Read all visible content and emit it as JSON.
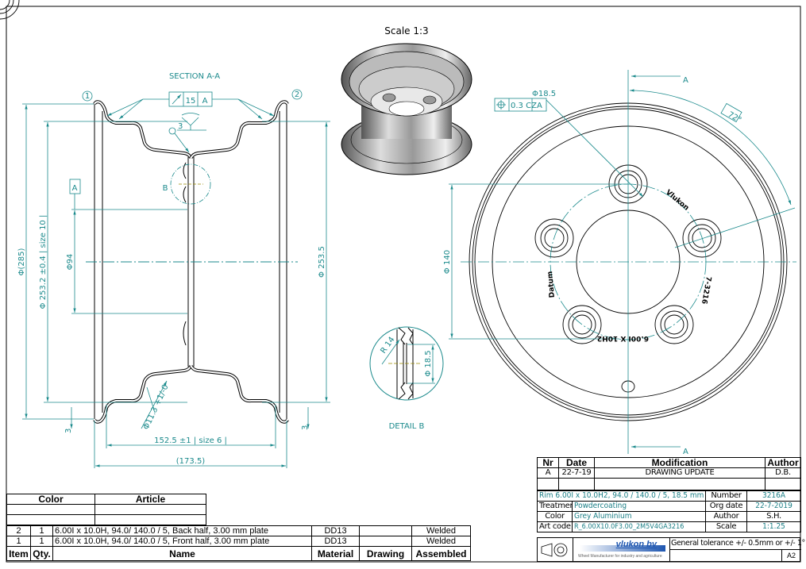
{
  "drawing": {
    "iso_scale": "Scale 1:3",
    "section_title": "SECTION A-A",
    "detail_title": "DETAIL B",
    "detail_label": "B",
    "balloons": [
      "1",
      "2"
    ],
    "runout_tolerance": "15",
    "datum": "A",
    "weld_size": "3",
    "dims": {
      "d285": "Φ(285)",
      "d2532": "Φ 253.2 ±0.4 | size 10 |",
      "d94": "Φ94",
      "d2535": "Φ 253.5",
      "w1525": "152.5 ±1 | size 6 |",
      "w1735": "(173.5)",
      "r113": "Φ11.3 +1/-0",
      "three_left": "3",
      "three_right": "3",
      "hole_dia": "Φ18.5",
      "position_tol": "0.3 CZ",
      "angle": "72°",
      "bolt_circle": "Φ 140",
      "detail_radius": "R 14",
      "detail_dia": "Φ 18.5"
    },
    "section_marker": "A",
    "stamps": {
      "brand": "Vlukon",
      "datum": "Datum",
      "number": "7-3216",
      "size": "6.00I X 10H2"
    }
  },
  "bom": {
    "top_headers": [
      "Color",
      "Article"
    ],
    "headers": [
      "Item",
      "Qty.",
      "Name",
      "Material",
      "Drawing",
      "Assembled"
    ],
    "rows": [
      {
        "item": "2",
        "qty": "1",
        "name": "6.00I x 10.0H,  94.0/ 140.0 / 5, Back half, 3.00 mm plate",
        "material": "DD13",
        "drawing": "",
        "assembled": "Welded"
      },
      {
        "item": "1",
        "qty": "1",
        "name": "6.00I x 10.0H,  94.0/ 140.0 / 5, Front half, 3.00 mm plate",
        "material": "DD13",
        "drawing": "",
        "assembled": "Welded"
      }
    ]
  },
  "revisions": {
    "headers": [
      "Nr",
      "Date",
      "Modification",
      "Author"
    ],
    "rows": [
      {
        "nr": "A",
        "date": "22-7-19",
        "modification": "DRAWING UPDATE",
        "author": "D.B."
      }
    ]
  },
  "title_block": {
    "description": "Rim 6.00I x 10.0H2,  94.0 / 140.0 / 5,  18.5 mm",
    "number_label": "Number",
    "number": "3216A",
    "treatment_label": "Treatment",
    "treatment": "Powdercoating",
    "org_date_label": "Org date",
    "org_date": "22-7-2019",
    "color_label": "Color",
    "color": "Grey Aluminium",
    "author_label": "Author",
    "author": "S.H.",
    "art_code_label": "Art code",
    "art_code": "R_6.00X10.0F3.00_2M5V4GA3216",
    "scale_label": "Scale",
    "scale": "1:1.25",
    "company": "vlukon bv",
    "company_tagline": "Wheel Manufacturer for industry and agriculture",
    "tolerance": "General tolerance +/- 0.5mm or +/- 1°",
    "sheet_size": "A2"
  },
  "colors": {
    "annotation": "#1b8a8c",
    "line": "#000000"
  }
}
